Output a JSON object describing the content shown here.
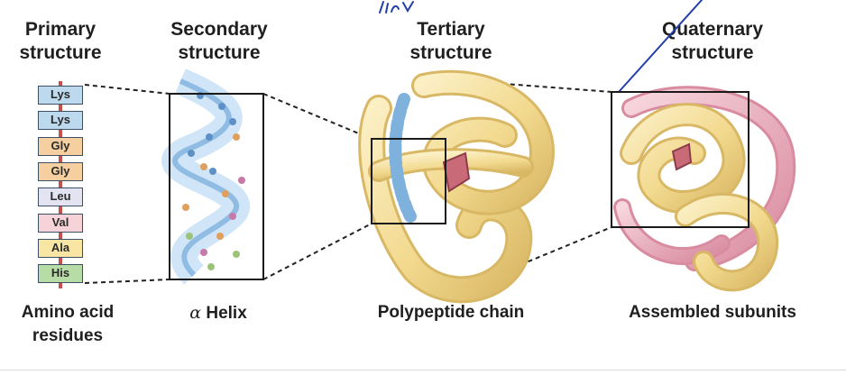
{
  "headers": {
    "primary": [
      "Primary",
      "structure"
    ],
    "secondary": [
      "Secondary",
      "structure"
    ],
    "tertiary": [
      "Tertiary",
      "structure"
    ],
    "quaternary": [
      "Quaternary",
      "structure"
    ]
  },
  "residues": [
    {
      "label": "Lys",
      "color": "#bcd9ee"
    },
    {
      "label": "Lys",
      "color": "#bcd9ee"
    },
    {
      "label": "Gly",
      "color": "#f6cfa0"
    },
    {
      "label": "Gly",
      "color": "#f6cfa0"
    },
    {
      "label": "Leu",
      "color": "#e4e3f1"
    },
    {
      "label": "Val",
      "color": "#f6d3d8"
    },
    {
      "label": "Ala",
      "color": "#f9e6a4"
    },
    {
      "label": "His",
      "color": "#b8dca6"
    }
  ],
  "captions": {
    "primary": [
      "Amino acid",
      "residues"
    ],
    "secondary_symbol": "α",
    "secondary": "Helix",
    "tertiary": "Polypeptide chain",
    "quaternary": "Assembled subunits"
  },
  "colors": {
    "backbone": "#c5514e",
    "helix": "#7fb1dd",
    "tube": "#f2d98e",
    "tube_dark": "#d9b865",
    "subunit_pink": "#e8a5b6",
    "annotation_ink": "#2340a8"
  }
}
